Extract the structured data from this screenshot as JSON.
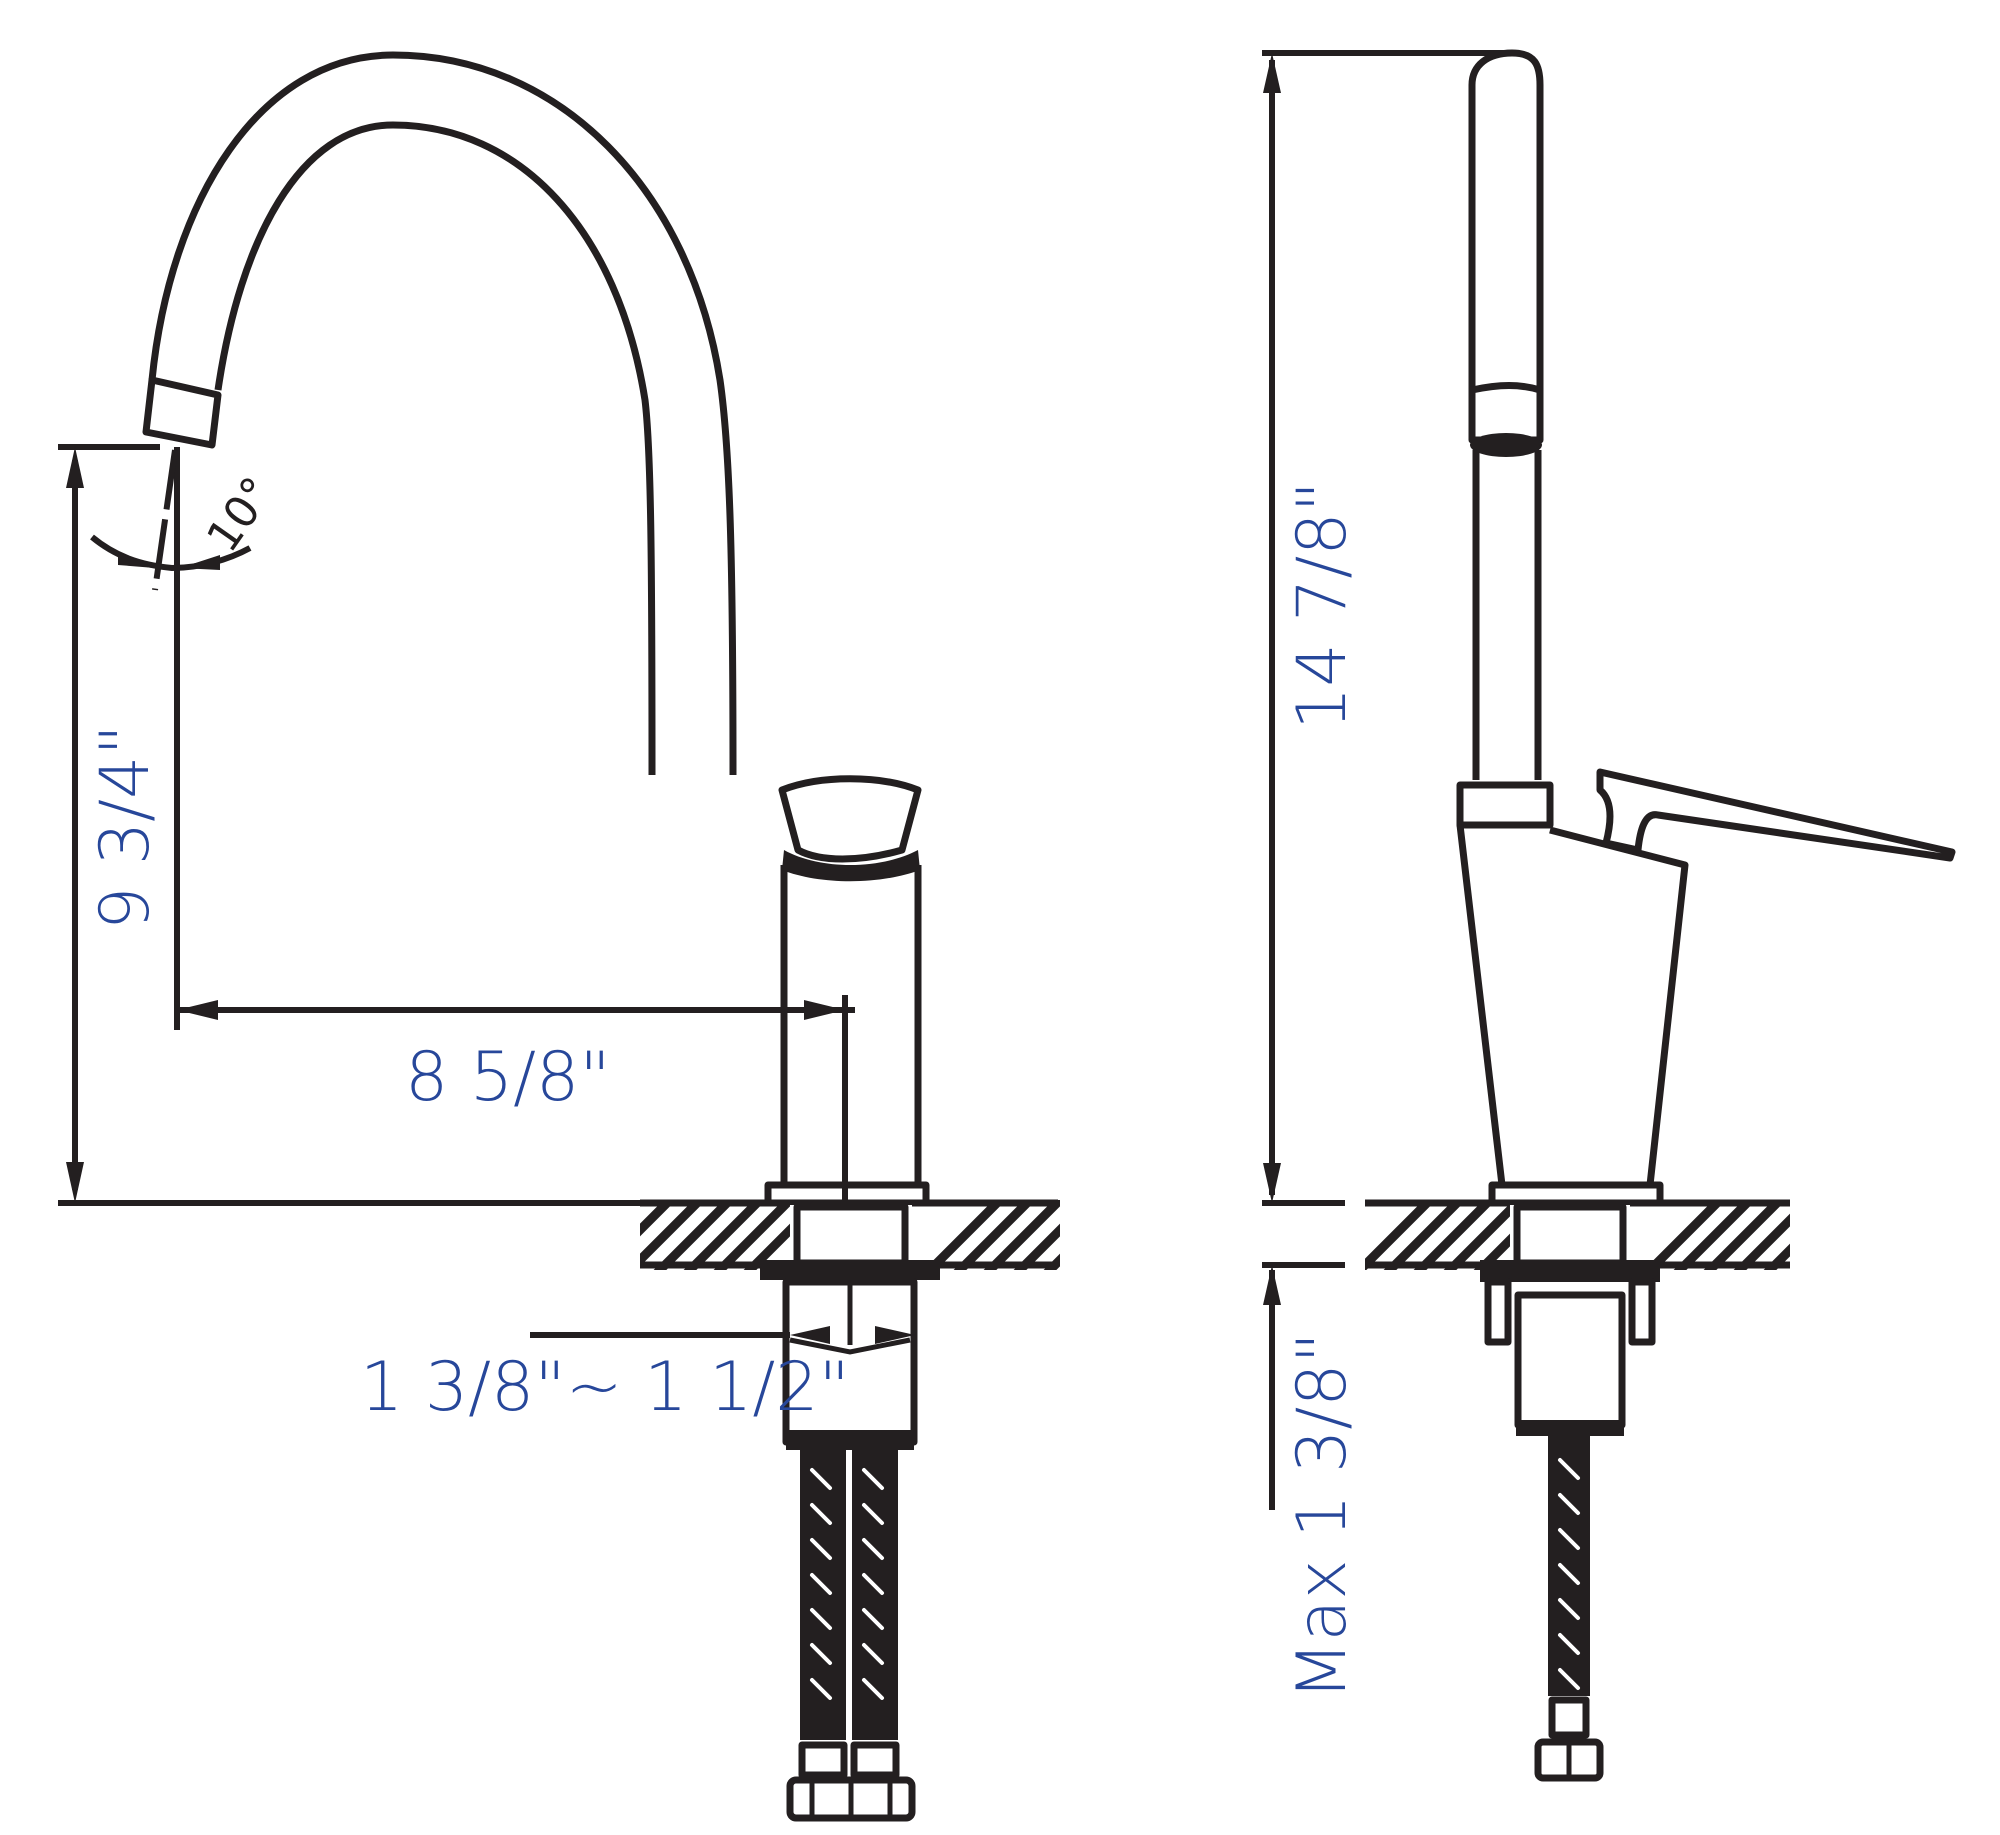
{
  "drawing": {
    "title": "Faucet dimension drawing",
    "colors": {
      "line": "#231f20",
      "label": "#27479a",
      "background": "#ffffff"
    },
    "front_view": {
      "dimensions": {
        "spout_height": "9 3/4\"",
        "spout_reach": "8 5/8\"",
        "mounting_hole": "1 3/8\"~ 1 1/2\"",
        "spray_angle": "10°"
      }
    },
    "side_view": {
      "dimensions": {
        "overall_height": "14 7/8\"",
        "max_deck_thickness": "Max 1 3/8\""
      }
    }
  }
}
